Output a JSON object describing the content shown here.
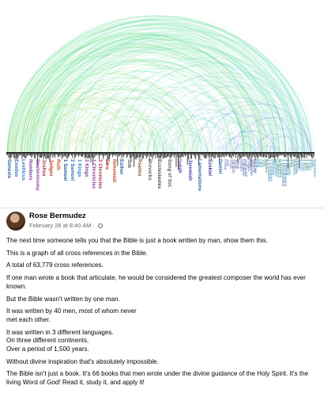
{
  "graph": {
    "books_left": [
      "Genesis",
      "Exodus",
      "Leviticus",
      "Numbers",
      "Deuteronomy",
      "Joshua",
      "Judges",
      "Ruth",
      "1 Samuel",
      "2 Samuel",
      "1 Kings",
      "2 Kings",
      "1 Chronicles",
      "2 Chronicles",
      "Ezra",
      "Nehemiah",
      "Esther"
    ],
    "books_mid": [
      "Job",
      "Psalms",
      "Proverbs",
      "Ecclesiastes",
      "Song of Sol.",
      "Isaiah",
      "Jeremiah",
      "Lamentations",
      "Ezekiel",
      "Daniel"
    ],
    "books_minor": [
      "Hosea",
      "Joel",
      "Amos",
      "Obadiah",
      "Jonah",
      "Micah",
      "Nahum",
      "Habakkuk",
      "Zephaniah",
      "Haggai",
      "Zechariah",
      "Malachi"
    ],
    "books_nt": [
      "Matthew",
      "Mark",
      "Luke",
      "John",
      "Acts",
      "Romans",
      "1 Corinthians",
      "2 Corinthians",
      "Galatians",
      "Ephesians",
      "Philippians",
      "Colossians",
      "1 Thessalonians",
      "2 Thessalonians",
      "1 Timothy",
      "2 Timothy",
      "Titus",
      "Philemon",
      "Hebrews",
      "James",
      "1 Peter",
      "2 Peter",
      "1 John",
      "2 John",
      "3 John",
      "Jude",
      "Revelation"
    ]
  },
  "post": {
    "author": "Rose Bermudez",
    "date": "February 28 at 8:40 AM · ",
    "paragraphs": [
      "The next time someone tells you that the Bible is just a book written by man, show them this.",
      "This is a graph of all cross references in the Bible.",
      "A total of 63,779 cross references.",
      "If one man wrote a book that articulate, he would be considered the greatest composer the world has ever known.",
      "But the Bible wasn't written by one man.",
      "It was written by 40 men, most of whom never",
      "met each other.",
      "It was written in 3 different languages.",
      "On three different continents.",
      "Over a period of 1,500 years.",
      "Without divine inspiration that's absolutely impossible.",
      "The Bible isn't just a book. It's 66 books that men wrote under the divine guidance of the Holy Spirit. It's the living Word of God! Read it, study it, and apply it!"
    ]
  }
}
